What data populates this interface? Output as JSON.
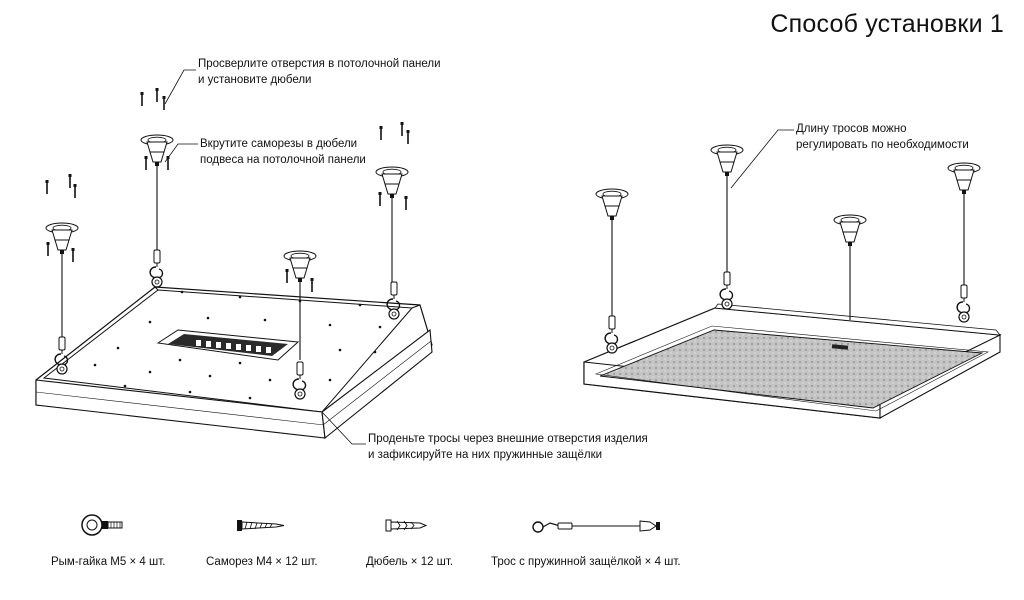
{
  "title": "Способ установки 1",
  "callouts": {
    "drill": [
      "Просверлите отверстия в потолочной панели",
      "и установите дюбели"
    ],
    "screw": [
      "Вкрутите саморезы в дюбели",
      "подвеса на потолочной панели"
    ],
    "thread": [
      "Проденьте тросы через внешние отверстия изделия",
      "и зафиксируйте на них пружинные защёлки"
    ],
    "length": [
      "Длину тросов можно",
      "регулировать по необходимости"
    ]
  },
  "parts": [
    {
      "label": "Рым-гайка M5 × 4 шт.",
      "icon": "eye-nut-icon"
    },
    {
      "label": "Саморез M4 × 12 шт.",
      "icon": "screw-icon"
    },
    {
      "label": "Дюбель × 12 шт.",
      "icon": "dowel-icon"
    },
    {
      "label": "Трос с пружинной защёлкой × 4 шт.",
      "icon": "cable-icon"
    }
  ]
}
